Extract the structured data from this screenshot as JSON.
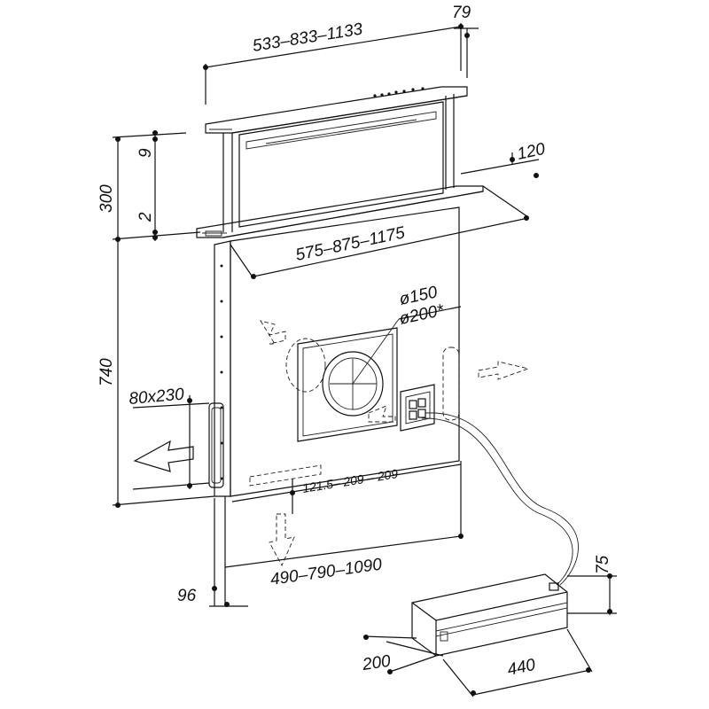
{
  "labels": {
    "top_width": "533–833–1133",
    "top_depth": "79",
    "lift_upper": "9",
    "lift_lower": "2",
    "lift_height": "300",
    "side_depth": "120",
    "cutout_width": "575–875–1175",
    "duct_150": "ø150",
    "duct_200": "ø200*",
    "body_height": "740",
    "side_vent": "80x230",
    "vent_positions": "121.5– 209 – 209",
    "body_width": "490–790–1090",
    "body_depth": "96",
    "motor_height": "75",
    "motor_depth": "200",
    "motor_width": "440"
  }
}
